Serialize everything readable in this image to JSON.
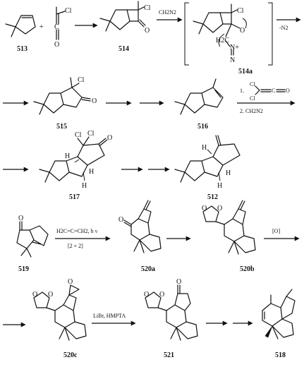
{
  "compounds": [
    {
      "id": "513"
    },
    {
      "id": "514"
    },
    {
      "id": "514a"
    },
    {
      "id": "515"
    },
    {
      "id": "516"
    },
    {
      "id": "517"
    },
    {
      "id": "512"
    },
    {
      "id": "519"
    },
    {
      "id": "520a"
    },
    {
      "id": "520b"
    },
    {
      "id": "520c"
    },
    {
      "id": "521"
    },
    {
      "id": "518"
    }
  ],
  "atoms": {
    "cl": "Cl",
    "o": "O",
    "c": "C",
    "h": "H",
    "h2c": "H2C",
    "n": "N",
    "nplus": "N+",
    "oneg": "O-",
    "plus": "+"
  },
  "reagents": {
    "step1": "CH2N2",
    "step2": "-N2",
    "step3_line1": "1.",
    "step3_line2": "2. CH2N2",
    "step4_line1": "H2C=C=CH2, h ν",
    "step4_line2": "[2 + 2]",
    "step5": "[O]",
    "step6": "LiBr, HMPTA"
  }
}
